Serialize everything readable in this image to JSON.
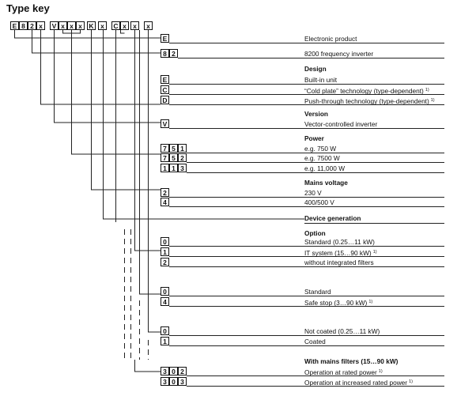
{
  "title": "Type key",
  "code": [
    "E",
    "8",
    "2",
    "x",
    "V",
    "x",
    "x",
    "x",
    "K",
    "x",
    "C",
    "x",
    "x",
    "x"
  ],
  "sections": {
    "electronic": {
      "boxes": [
        "E"
      ],
      "label": "Electronic product"
    },
    "inverter": {
      "boxes": [
        "8",
        "2"
      ],
      "label": "8200 frequency inverter"
    },
    "design": {
      "heading": "Design",
      "rows": [
        {
          "boxes": [
            "E"
          ],
          "label": "Built-in unit",
          "note": ""
        },
        {
          "boxes": [
            "C"
          ],
          "label": "“Cold plate” technology (type-dependent)",
          "note": "1)"
        },
        {
          "boxes": [
            "D"
          ],
          "label": "Push-through technology (type-dependent)",
          "note": "1)"
        }
      ]
    },
    "version": {
      "heading": "Version",
      "rows": [
        {
          "boxes": [
            "V"
          ],
          "label": "Vector-controlled inverter",
          "note": ""
        }
      ]
    },
    "power": {
      "heading": "Power",
      "rows": [
        {
          "boxes": [
            "7",
            "5",
            "1"
          ],
          "label": "e.g. 750 W",
          "note": ""
        },
        {
          "boxes": [
            "7",
            "5",
            "2"
          ],
          "label": "e.g. 7500 W",
          "note": ""
        },
        {
          "boxes": [
            "1",
            "1",
            "3"
          ],
          "label": "e.g. 11,000 W",
          "note": ""
        }
      ]
    },
    "mains": {
      "heading": "Mains voltage",
      "rows": [
        {
          "boxes": [
            "2"
          ],
          "label": "230 V",
          "note": ""
        },
        {
          "boxes": [
            "4"
          ],
          "label": "400/500 V",
          "note": ""
        }
      ]
    },
    "generation": {
      "heading": "Device generation"
    },
    "option": {
      "heading": "Option",
      "rows": [
        {
          "boxes": [
            "0"
          ],
          "label": "Standard (0.25…11 kW)",
          "note": ""
        },
        {
          "boxes": [
            "1"
          ],
          "label": "IT system (15…90 kW)",
          "note": "1)"
        },
        {
          "boxes": [
            "2"
          ],
          "label": "without integrated filters",
          "note": ""
        }
      ]
    },
    "safety": {
      "rows": [
        {
          "boxes": [
            "0"
          ],
          "label": "Standard",
          "note": ""
        },
        {
          "boxes": [
            "4"
          ],
          "label": "Safe stop (3…90 kW)",
          "note": "1)"
        }
      ]
    },
    "coating": {
      "rows": [
        {
          "boxes": [
            "0"
          ],
          "label": "Not coated (0.25…11 kW)",
          "note": ""
        },
        {
          "boxes": [
            "1"
          ],
          "label": "Coated",
          "note": ""
        }
      ]
    },
    "filters": {
      "heading": "With mains filters (15…90 kW)",
      "rows": [
        {
          "boxes": [
            "3",
            "0",
            "2"
          ],
          "label": "Operation at rated power",
          "note": "1)"
        },
        {
          "boxes": [
            "3",
            "0",
            "3"
          ],
          "label": "Operation at increased rated power",
          "note": "1)"
        }
      ]
    }
  }
}
